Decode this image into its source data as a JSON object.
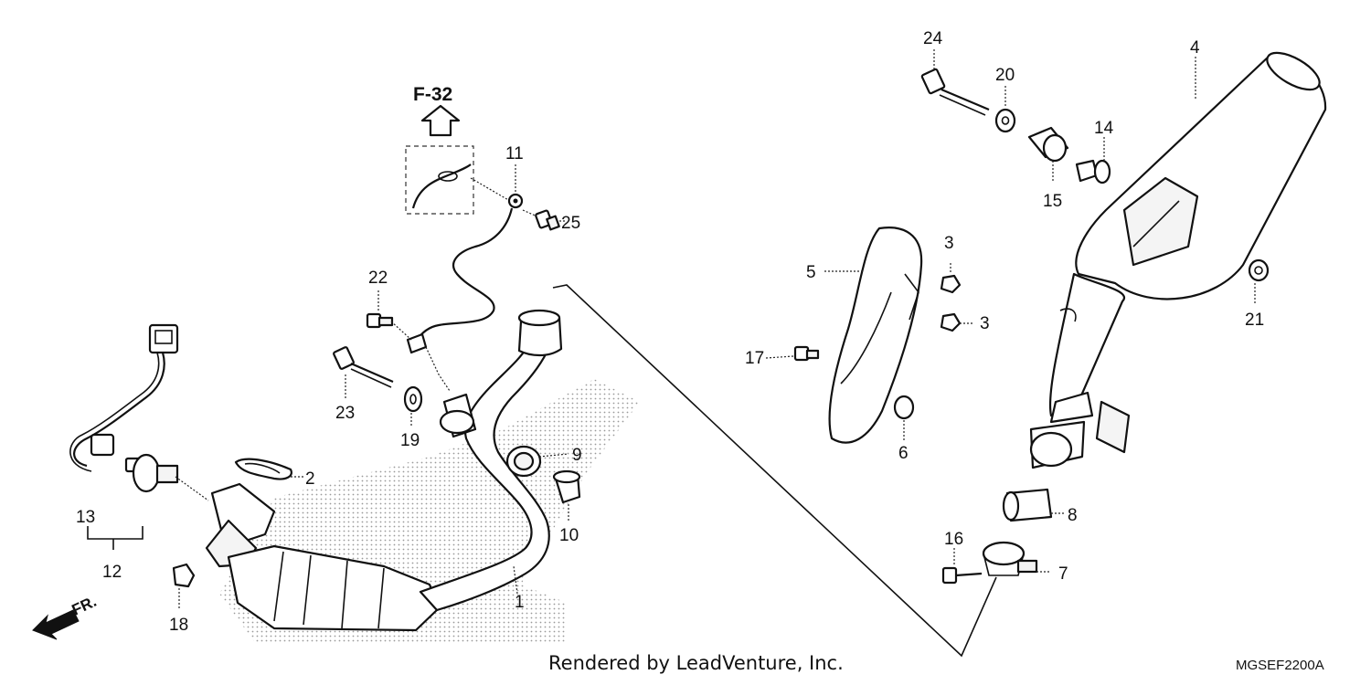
{
  "diagram": {
    "reference": "F-32",
    "direction_label": "FR.",
    "footer": "Rendered by LeadVenture, Inc.",
    "drawing_code": "MGSEF2200A",
    "callouts": [
      "1",
      "2",
      "3",
      "3",
      "4",
      "5",
      "6",
      "7",
      "8",
      "9",
      "10",
      "11",
      "12",
      "13",
      "14",
      "15",
      "16",
      "17",
      "18",
      "19",
      "20",
      "21",
      "22",
      "23",
      "24",
      "25"
    ]
  }
}
